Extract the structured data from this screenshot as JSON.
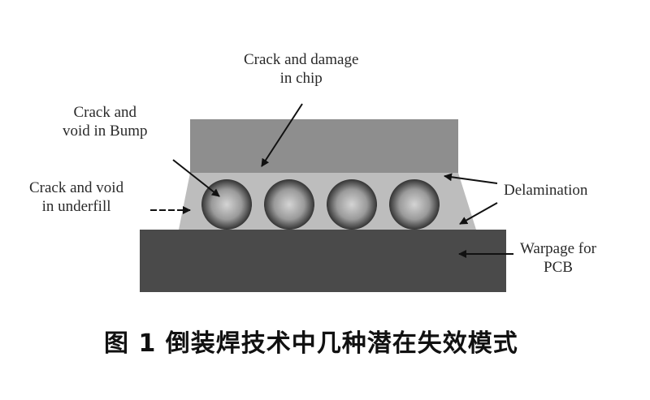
{
  "figure": {
    "labels": {
      "chip_damage_1": "Crack and damage",
      "chip_damage_2": "in chip",
      "bump_1": "Crack and",
      "bump_2": "void in Bump",
      "underfill_1": "Crack and void",
      "underfill_2": "in underfill",
      "delamination": "Delamination",
      "warpage_1": "Warpage for",
      "warpage_2": "PCB"
    },
    "caption": "图 1  倒装焊技术中几种潜在失效模式",
    "colors": {
      "chip": "#8e8e8e",
      "underfill": "#bdbdbd",
      "pcb": "#4a4a4a",
      "bump_center": "#d0d0d0",
      "bump_edge": "#3a3a3a"
    },
    "bump_count": 4
  }
}
